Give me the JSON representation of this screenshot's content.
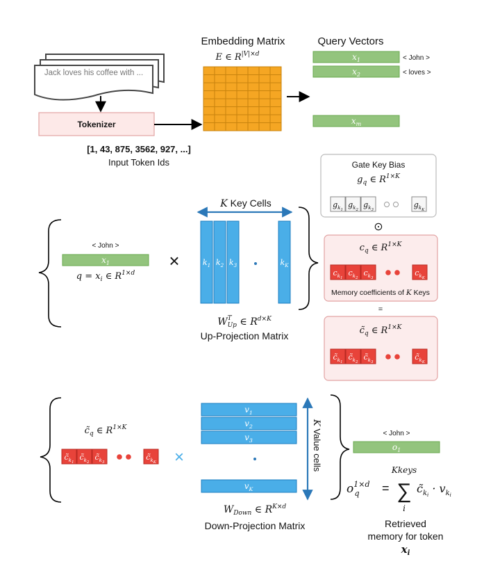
{
  "top": {
    "doc_text": "Jack loves his coffee with ...",
    "tokenizer_label": "Tokenizer",
    "token_ids": "[1, 43, 875, 3562, 927, ...]",
    "token_ids_caption": "Input Token Ids",
    "embedding_title": "Embedding Matrix",
    "embedding_eq": "E ∈ R",
    "embedding_sup": "|V|×d",
    "query_title": "Query Vectors",
    "query_vectors": [
      {
        "base": "x",
        "sub": "1",
        "tag": "< John >"
      },
      {
        "base": "x",
        "sub": "2",
        "tag": "< loves >"
      },
      {
        "base": "x",
        "sub": "m",
        "tag": ""
      }
    ]
  },
  "middle": {
    "token_tag": "< John >",
    "query_base": "x",
    "query_sub": "1",
    "q_eq_a": "q = x",
    "q_eq_sub": "i",
    "q_eq_b": " ∈ R",
    "q_eq_sup": "1×d",
    "times": "×",
    "key_cells_label_var": "K",
    "key_cells_label_text": " Key Cells",
    "key_columns": [
      "1",
      "2",
      "3",
      "K"
    ],
    "key_base": "k",
    "wup_a": "W",
    "wup_sub": "Up",
    "wup_supT": "T",
    "wup_b": " ∈ R",
    "wup_sup": "d×K",
    "wup_caption": "Up-Projection Matrix",
    "gate_title": "Gate Key Bias",
    "gate_eq_a": "g",
    "gate_eq_sub": "q",
    "gate_eq_b": " ∈ R",
    "gate_eq_sup": "1×K",
    "gate_cells": [
      "1",
      "2",
      "3",
      "K"
    ],
    "odot": "⊙",
    "coef_eq_a": "c",
    "coef_eq_sub": "q",
    "coef_eq_b": " ∈ R",
    "coef_eq_sup": "1×K",
    "coef_caption_a": "Memory coefficients of ",
    "coef_caption_var": "K",
    "coef_caption_b": " Keys",
    "equals": "=",
    "ctilde_eq_a": "c̃",
    "ctilde_eq_sub": "q",
    "ctilde_eq_b": " ∈ R",
    "ctilde_eq_sup": "1×K"
  },
  "bottom": {
    "ctilde_eq_a": "c̃",
    "ctilde_eq_sub": "q",
    "ctilde_eq_b": " ∈ R",
    "ctilde_eq_sup": "1×K",
    "times": "×",
    "value_rows": [
      "1",
      "2",
      "3",
      "K"
    ],
    "value_base": "v",
    "value_cells_var": "K",
    "value_cells_text": " Value cells",
    "wdown_a": "W",
    "wdown_sub": "Down",
    "wdown_b": " ∈ R",
    "wdown_sup": "K×d",
    "wdown_caption": "Down-Projection Matrix",
    "output_tag": "< John >",
    "output_base": "o",
    "output_sub": "1",
    "formula_lhs_base": "o",
    "formula_lhs_sub": "q",
    "formula_lhs_sup": "1×d",
    "formula_eq": "=",
    "formula_sum": "∑",
    "formula_sum_top": "Kkeys",
    "formula_sum_bottom": "i",
    "formula_term_c": "c̃",
    "formula_term_c_sub": "k",
    "formula_term_c_subsub": "i",
    "formula_dot": " · v",
    "formula_v_sub": "k",
    "formula_v_subsub": "i",
    "retrieved_line1": "Retrieved",
    "retrieved_line2": "memory for token",
    "retrieved_var": "x",
    "retrieved_var_sub": "i"
  },
  "colors": {
    "green_fill": "#93c47d",
    "green_stroke": "#6aa84f",
    "blue_fill": "#4aaee8",
    "blue_stroke": "#1f7fc0",
    "orange_fill": "#f5a623",
    "orange_stroke": "#c8830e",
    "red_fill": "#e8433a",
    "red_stroke": "#b82a22",
    "pink_fill": "#fcecec",
    "pink_stroke": "#e2a3a3",
    "arrow_blue": "#2b78b8"
  }
}
